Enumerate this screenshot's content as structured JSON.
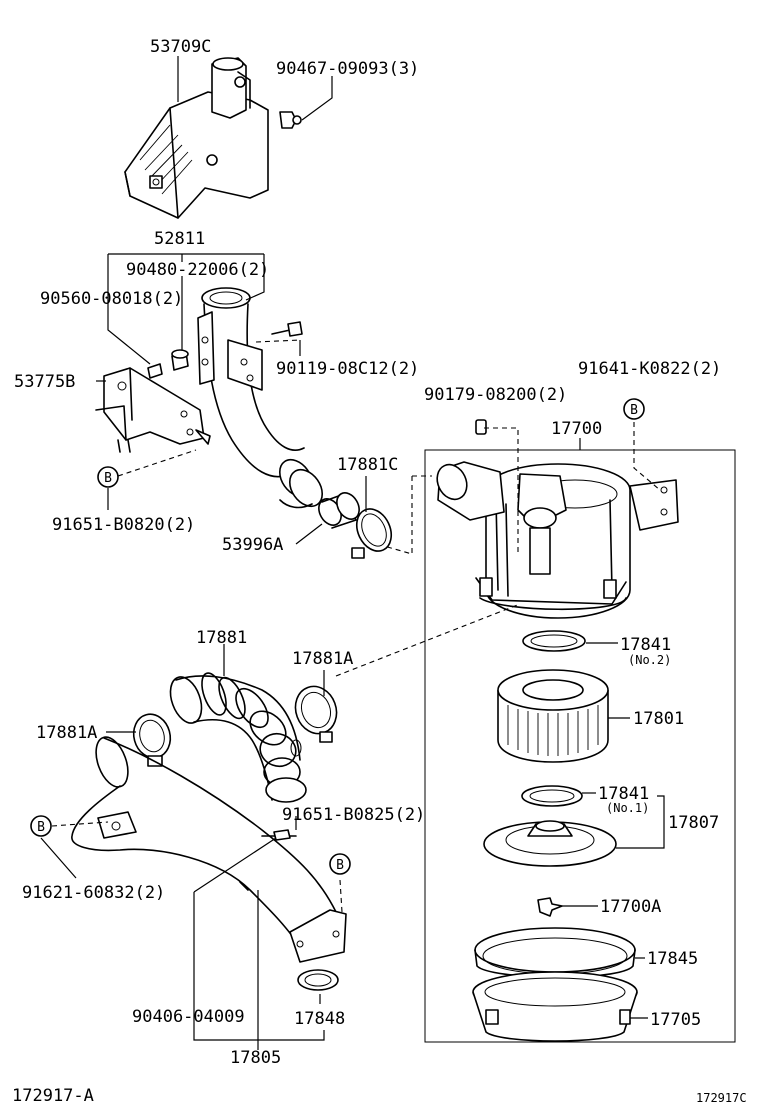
{
  "labels": {
    "p53709C": "53709C",
    "p90467": "90467-09093(3)",
    "p52811": "52811",
    "p90480": "90480-22006(2)",
    "p90560": "90560-08018(2)",
    "p53775B": "53775B",
    "p90119": "90119-08C12(2)",
    "p91641": "91641-K0822(2)",
    "p90179": "90179-08200(2)",
    "p17700": "17700",
    "p17881C": "17881C",
    "p91651B0820": "91651-B0820(2)",
    "p53996A": "53996A",
    "p17881": "17881",
    "p17881A_right": "17881A",
    "p17841_no2": "17841",
    "no2": "(No.2)",
    "p17801": "17801",
    "p17881A_left": "17881A",
    "p17841_no1": "17841",
    "no1": "(No.1)",
    "p17807": "17807",
    "p91651B0825": "91651-B0825(2)",
    "p91621": "91621-60832(2)",
    "p17700A": "17700A",
    "p17845": "17845",
    "p90406": "90406-04009",
    "p17848": "17848",
    "p17705": "17705",
    "p17805": "17805",
    "ref_left": "172917-A",
    "ref_right": "172917C",
    "marker": "B"
  }
}
